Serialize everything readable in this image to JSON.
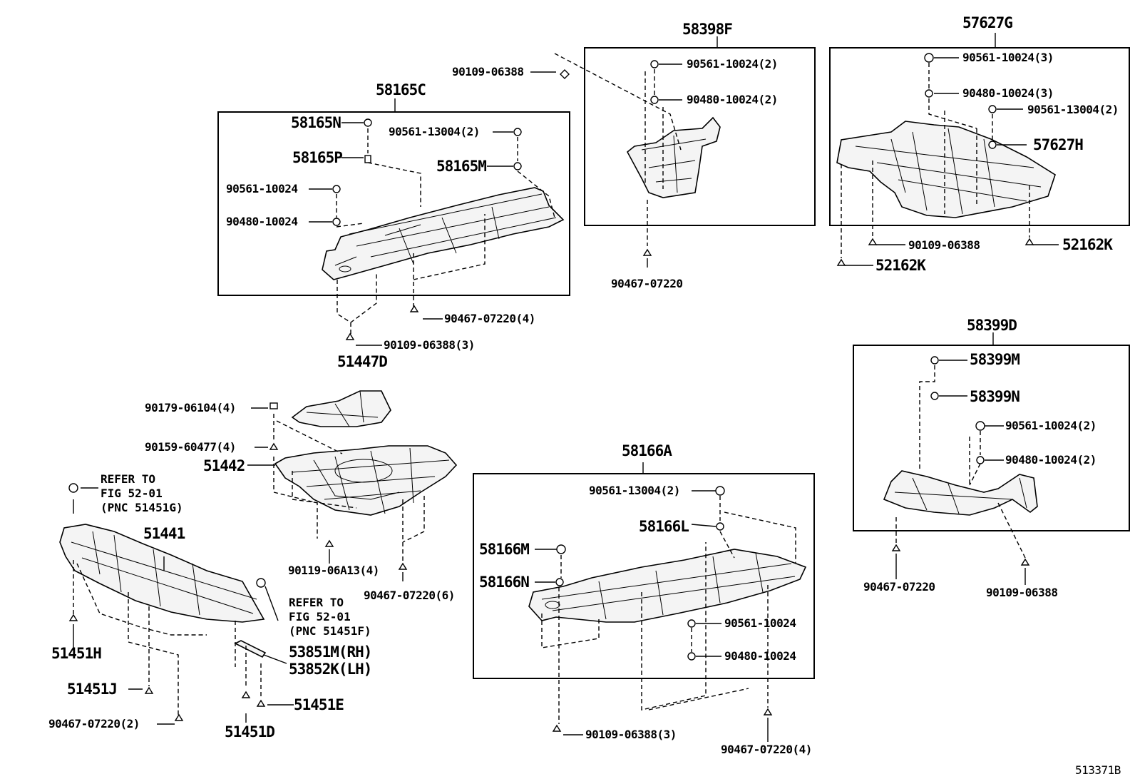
{
  "diagram_id": "513371B",
  "labels": {
    "58165C": "58165C",
    "58165N": "58165N",
    "58165P": "58165P",
    "58165M": "58165M",
    "g1_90561_13004": "90561-13004(2)",
    "g1_90561_10024": "90561-10024",
    "g1_90480_10024": "90480-10024",
    "g1_90467_07220": "90467-07220(4)",
    "g1_90109_06388": "90109-06388(3)",
    "58398F": "58398F",
    "g2_90109_06388": "90109-06388",
    "g2_90561_10024": "90561-10024(2)",
    "g2_90480_10024": "90480-10024(2)",
    "g2_90467_07220": "90467-07220",
    "57627G": "57627G",
    "g3_90561_10024": "90561-10024(3)",
    "g3_90480_10024": "90480-10024(3)",
    "g3_90561_13004": "90561-13004(2)",
    "57627H": "57627H",
    "g3_90109_06388": "90109-06388",
    "g3_52162K_a": "52162K",
    "g3_52162K_b": "52162K",
    "51447D": "51447D",
    "g4_90179_06104": "90179-06104(4)",
    "g4_90159_60477": "90159-60477(4)",
    "51442": "51442",
    "g4_90119_06A13": "90119-06A13(4)",
    "g4_90467_07220": "90467-07220(6)",
    "ref_g": "REFER TO\nFIG 52-01\n(PNC 51451G)",
    "51441": "51441",
    "ref_f": "REFER TO\nFIG 52-01\n(PNC 51451F)",
    "51451H": "51451H",
    "53851M": "53851M(RH)",
    "53852K": "53852K(LH)",
    "51451J": "51451J",
    "51451E": "51451E",
    "g5_90467_07220": "90467-07220(2)",
    "51451D": "51451D",
    "58166A": "58166A",
    "g6_90561_13004": "90561-13004(2)",
    "58166L": "58166L",
    "58166M": "58166M",
    "58166N": "58166N",
    "g6_90561_10024": "90561-10024",
    "g6_90480_10024": "90480-10024",
    "g6_90109_06388": "90109-06388(3)",
    "g6_90467_07220": "90467-07220(4)",
    "58399D": "58399D",
    "58399M": "58399M",
    "58399N": "58399N",
    "g7_90561_10024": "90561-10024(2)",
    "g7_90480_10024": "90480-10024(2)",
    "g7_90467_07220": "90467-07220",
    "g7_90109_06388": "90109-06388"
  }
}
